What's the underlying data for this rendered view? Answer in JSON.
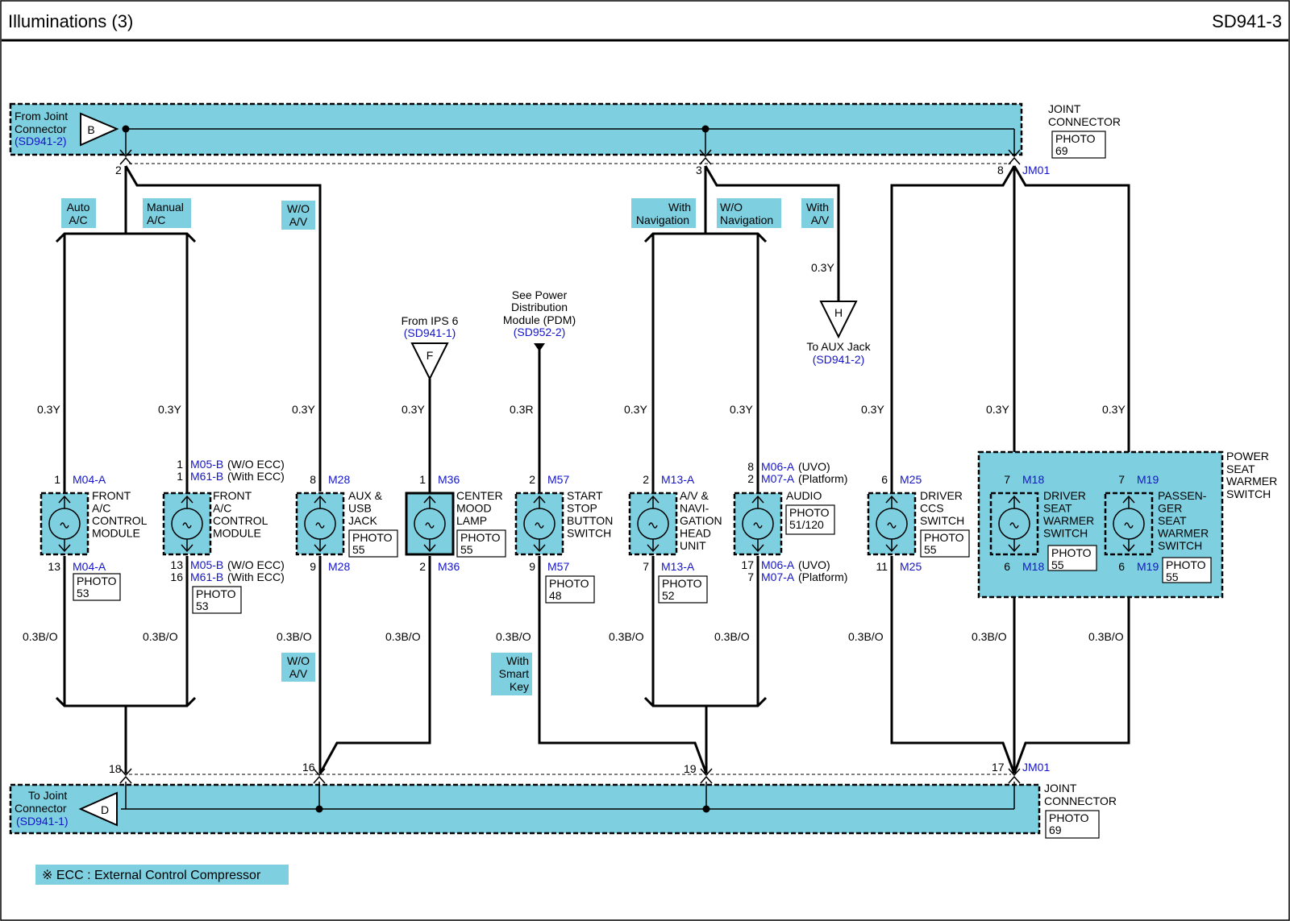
{
  "header": {
    "title": "Illuminations (3)",
    "code": "SD941-3"
  },
  "colors": {
    "highlight": "#7ecfe0",
    "ref_link": "#1414c8",
    "wire": "#000000"
  },
  "top_joint": {
    "from_line1": "From Joint",
    "from_line2": "Connector",
    "from_ref": "(SD941-2)",
    "connector_letter": "B",
    "label_line1": "JOINT",
    "label_line2": "CONNECTOR",
    "photo_line1": "PHOTO",
    "photo_line2": "69",
    "pin_2": "2",
    "pin_3": "3",
    "pin_8": "8",
    "id": "JM01"
  },
  "bottom_joint": {
    "to_line1": "To Joint",
    "to_line2": "Connector",
    "to_ref": "(SD941-1)",
    "connector_letter": "D",
    "label_line1": "JOINT",
    "label_line2": "CONNECTOR",
    "photo_line1": "PHOTO",
    "photo_line2": "69",
    "pin_18": "18",
    "pin_16": "16",
    "pin_19": "19",
    "pin_17": "17",
    "id": "JM01"
  },
  "conditions": {
    "auto_ac_1": "Auto",
    "auto_ac_2": "A/C",
    "manual_ac_1": "Manual",
    "manual_ac_2": "A/C",
    "wo_av_1": "W/O",
    "wo_av_2": "A/V",
    "with_nav_1": "With",
    "with_nav_2": "Navigation",
    "wo_nav_1": "W/O",
    "wo_nav_2": "Navigation",
    "with_av_1": "With",
    "with_av_2": "A/V",
    "wo_av_b1": "W/O",
    "wo_av_b2": "A/V",
    "smart_1": "With",
    "smart_2": "Smart",
    "smart_3": "Key"
  },
  "wires": {
    "y": "0.3Y",
    "r": "0.3R",
    "bo": "0.3B/O"
  },
  "ips": {
    "line1": "From IPS 6",
    "ref": "(SD941-1)",
    "letter": "F"
  },
  "pdm": {
    "line1": "See Power",
    "line2": "Distribution",
    "line3": "Module (PDM)",
    "ref": "(SD952-2)"
  },
  "aux": {
    "line1": "To AUX Jack",
    "ref": "(SD941-2)",
    "letter": "H"
  },
  "components": {
    "c1": {
      "pin_top": "1",
      "conn_top": "M04-A",
      "pin_bot": "13",
      "conn_bot": "M04-A",
      "name1": "FRONT",
      "name2": "A/C",
      "name3": "CONTROL",
      "name4": "MODULE",
      "photo1": "PHOTO",
      "photo2": "53"
    },
    "c2": {
      "pin_top1": "1",
      "conn_top1": "M05-B",
      "note_top1": "(W/O ECC)",
      "pin_top2": "1",
      "conn_top2": "M61-B",
      "note_top2": "(With ECC)",
      "pin_bot1": "13",
      "conn_bot1": "M05-B",
      "note_bot1": "(W/O ECC)",
      "pin_bot2": "16",
      "conn_bot2": "M61-B",
      "note_bot2": "(With ECC)",
      "name1": "FRONT",
      "name2": "A/C",
      "name3": "CONTROL",
      "name4": "MODULE",
      "photo1": "PHOTO",
      "photo2": "53"
    },
    "c3": {
      "pin_top": "8",
      "conn_top": "M28",
      "pin_bot": "9",
      "conn_bot": "M28",
      "name1": "AUX &",
      "name2": "USB",
      "name3": "JACK",
      "photo1": "PHOTO",
      "photo2": "55"
    },
    "c4": {
      "pin_top": "1",
      "conn_top": "M36",
      "pin_bot": "2",
      "conn_bot": "M36",
      "name1": "CENTER",
      "name2": "MOOD",
      "name3": "LAMP",
      "photo1": "PHOTO",
      "photo2": "55"
    },
    "c5": {
      "pin_top": "2",
      "conn_top": "M57",
      "pin_bot": "9",
      "conn_bot": "M57",
      "name1": "START",
      "name2": "STOP",
      "name3": "BUTTON",
      "name4": "SWITCH",
      "photo1": "PHOTO",
      "photo2": "48"
    },
    "c6": {
      "pin_top": "2",
      "conn_top": "M13-A",
      "pin_bot": "7",
      "conn_bot": "M13-A",
      "name1": "A/V &",
      "name2": "NAVI-",
      "name3": "GATION",
      "name4": "HEAD",
      "name5": "UNIT",
      "photo1": "PHOTO",
      "photo2": "52"
    },
    "c7": {
      "pin_top1": "8",
      "conn_top1": "M06-A",
      "note_top1": "(UVO)",
      "pin_top2": "2",
      "conn_top2": "M07-A",
      "note_top2": "(Platform)",
      "pin_bot1": "17",
      "conn_bot1": "M06-A",
      "note_bot1": "(UVO)",
      "pin_bot2": "7",
      "conn_bot2": "M07-A",
      "note_bot2": "(Platform)",
      "name1": "AUDIO",
      "photo1": "PHOTO",
      "photo2": "51/120"
    },
    "c8": {
      "pin_top": "6",
      "conn_top": "M25",
      "pin_bot": "11",
      "conn_bot": "M25",
      "name1": "DRIVER",
      "name2": "CCS",
      "name3": "SWITCH",
      "photo1": "PHOTO",
      "photo2": "55"
    },
    "c9": {
      "pin_top": "7",
      "conn_top": "M18",
      "pin_bot": "6",
      "conn_bot": "M18",
      "name1": "DRIVER",
      "name2": "SEAT",
      "name3": "WARMER",
      "name4": "SWITCH",
      "photo1": "PHOTO",
      "photo2": "55"
    },
    "c10": {
      "pin_top": "7",
      "conn_top": "M19",
      "pin_bot": "6",
      "conn_bot": "M19",
      "name1": "PASSEN-",
      "name2": "GER",
      "name3": "SEAT",
      "name4": "WARMER",
      "name5": "SWITCH",
      "photo1": "PHOTO",
      "photo2": "55"
    }
  },
  "power_seat_group": {
    "line1": "POWER",
    "line2": "SEAT",
    "line3": "WARMER",
    "line4": "SWITCH"
  },
  "footnote": "※ ECC : External Control Compressor"
}
